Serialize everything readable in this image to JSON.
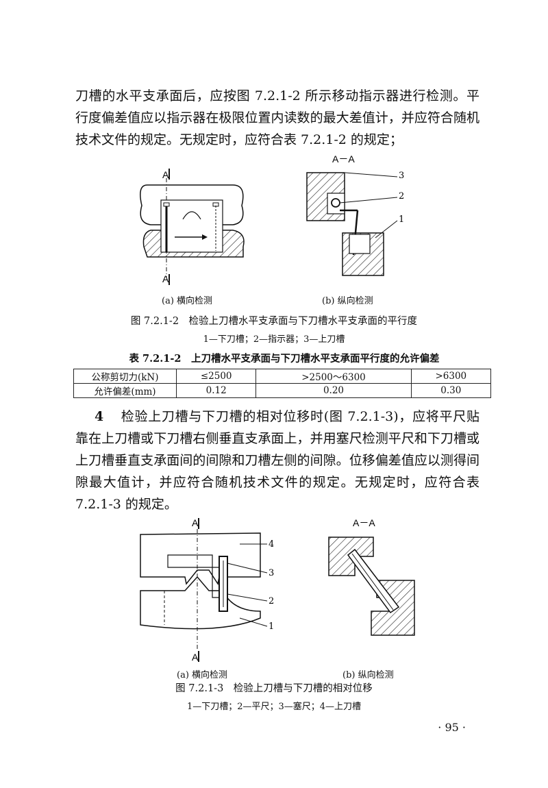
{
  "para1": "刀槽的水平支承面后，应按图 7.2.1-2 所示移动指示器进行检测。平行度偏差值应以指示器在极限位置内读数的最大差值计，并应符合随机技术文件的规定。无规定时，应符合表 7.2.1-2 的规定；",
  "fig1": {
    "label_a_top": "A",
    "label_a_bottom": "A",
    "section_title": "A－A",
    "callouts": [
      "3",
      "2",
      "1"
    ],
    "sub_a": "(a) 横向检测",
    "sub_b": "(b) 纵向检测",
    "caption": "图 7.2.1-2　检验上刀槽水平支承面与下刀槽水平支承面的平行度",
    "legend": "1—下刀槽；2—指示器；3—上刀槽"
  },
  "table": {
    "title": "表 7.2.1-2　上刀槽水平支承面与下刀槽水平支承面平行度的允许偏差",
    "header": [
      "公称剪切力(kN)",
      "≤2500",
      ">2500～6300",
      ">6300"
    ],
    "row": [
      "允许偏差(mm)",
      "0.12",
      "0.20",
      "0.30"
    ]
  },
  "para2_num": "4",
  "para2": "检验上刀槽与下刀槽的相对位移时(图 7.2.1-3)，应将平尺贴靠在上刀槽或下刀槽右侧垂直支承面上，并用塞尺检测平尺和下刀槽或上刀槽垂直支承面间的间隙和刀槽左侧的间隙。位移偏差值应以测得间隙最大值计，并应符合随机技术文件的规定。无规定时，应符合表 7.2.1-3 的规定。",
  "fig2": {
    "label_a_top": "A",
    "label_a_bottom": "A",
    "section_title": "A－A",
    "callouts": [
      "4",
      "3",
      "2",
      "1"
    ],
    "sub_a": "(a) 横向检测",
    "sub_b": "(b) 纵向检测",
    "caption": "图 7.2.1-3　检验上刀槽与下刀槽的相对位移",
    "legend": "1—下刀槽；2—平尺；3—塞尺；4—上刀槽"
  },
  "page_number": "· 95 ·"
}
